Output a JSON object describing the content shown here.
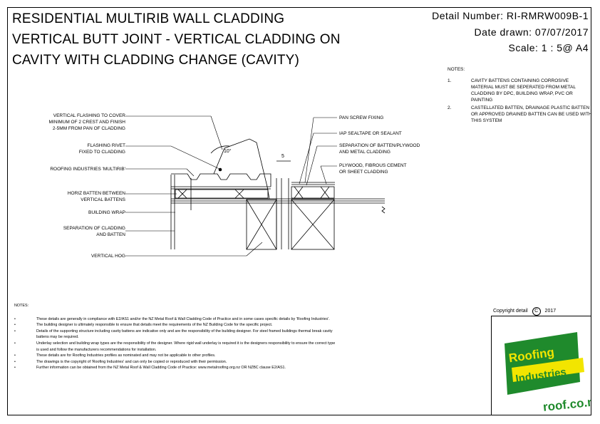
{
  "title": {
    "line1": "RESIDENTIAL MULTIRIB WALL CLADDING",
    "line2": "VERTICAL BUTT JOINT - VERTICAL CLADDING ON",
    "line3": "CAVITY WITH CLADDING CHANGE (CAVITY)"
  },
  "meta": {
    "detail_number": "Detail Number:  RI-RMRW009B-1",
    "date_drawn": "Date drawn:  07/07/2017",
    "scale": "Scale:    1 : 5@ A4"
  },
  "labels_left": {
    "flashing": "VERTICAL FLASHING TO COVER",
    "flashing2": "MINIMUM OF 2 CREST AND FINISH",
    "flashing3": "2-5mm FROM PAN OF CLADDING",
    "rivet": "FLASHING RIVET",
    "rivet2": "FIXED TO CLADDING",
    "multirib": "ROOFING INDUSTRIES 'MULTIRIB'",
    "horiz": "HORIZ BATTEN BETWEEN",
    "horiz2": "VERTICAL BATTENS",
    "wrap": "BUILDING WRAP",
    "separation": "SEPARATION OF CLADDING",
    "separation2": "AND BATTEN",
    "hog": "VERTICAL HOG"
  },
  "labels_right": {
    "pan": "PAN SCREW FIXING",
    "tape": "IAP SEALTAPE OR SEALANT",
    "sep": "SEPARATION OF BATTEN/PLYWOOD",
    "sep2": "AND METAL CLADDING",
    "ply": "PLYWOOD, FIBROUS CEMENT",
    "ply2": "OR SHEET CLADDING"
  },
  "dims": {
    "angle": "10°",
    "gap": "5"
  },
  "notes_right": {
    "heading": "NOTES:",
    "items": [
      {
        "num": "1.",
        "text": "CAVITY BATTENS CONTAINING CORROSIVE MATERIAL MUST BE SEPERATED FROM METAL CLADDING BY DPC, BUILDING WRAP, PVC OR PAINTING"
      },
      {
        "num": "2.",
        "text": "CASTELLATED BATTEN, DRAINAGE PLASTIC BATTEN OR APPROVED DRAINED BATTEN CAN BE USED WITH THIS SYSTEM"
      }
    ]
  },
  "notes_bottom": {
    "heading": "NOTES:",
    "items": [
      "These details are generally in compliance with E2/AS1 and/or the NZ Metal Roof & Wall Cladding Code of Practice and in some cases specific details by 'Roofing Industries'.",
      "The building designer is ultimately responsible to ensure that details meet the requirements of the NZ Building Code for the specific project.",
      "Details of the supporting structure including cavity battens are indicative only and are the responsibility of the building designer. For steel framed buildings thermal break cavity battens may be required.",
      "Underlay selection and building wrap types are the responsibility of the designer. Where rigid wall underlay is required it is the designers responsibility to ensure the correct type is used and follow the manufacturers recommendations for installation.",
      "These details are for Roofing Industries profiles as nominated and may not be applicable to other profiles.",
      "The drawings is the copyright of 'Roofing Industries' and can only be copied or reproduced with their permission.",
      "Further information can be obtained from the NZ Metal Roof & Wall Cladding Code of Practice: www.metalroofing.org.nz OR NZBC clause E2/AS1."
    ]
  },
  "copyright": "Copyright detail",
  "copyright_year": "2017",
  "logo": {
    "word1": "Roofing",
    "word2": "Industries",
    "url": "roof.co.nz"
  },
  "colors": {
    "logo_green": "#1f8a2c",
    "logo_yellow": "#f2e500",
    "ink": "#000000"
  }
}
